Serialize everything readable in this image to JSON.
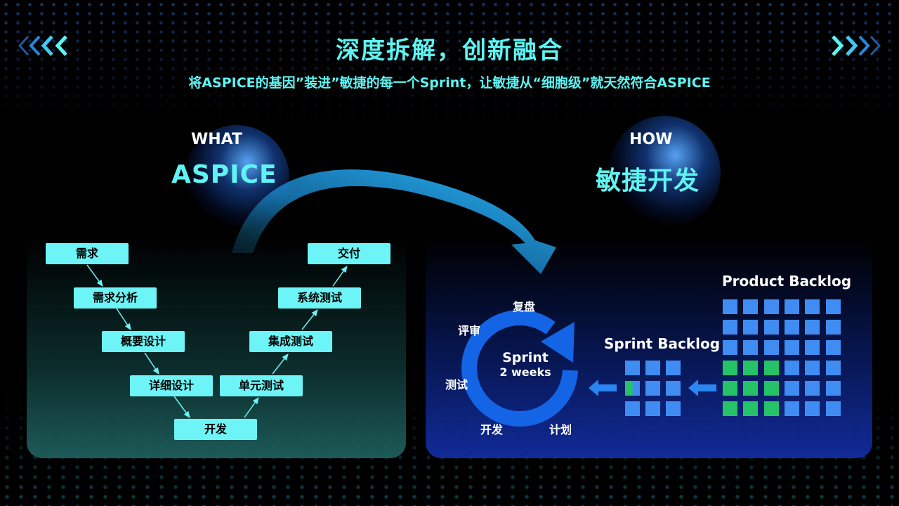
{
  "header": {
    "title": "深度拆解，创新融合",
    "subtitle": "将ASPICE的基因”装进”敏捷的每一个Sprint，让敏捷从“细胞级”就天然符合ASPICE"
  },
  "what": {
    "label": "WHAT",
    "name": "ASPICE"
  },
  "how": {
    "label": "HOW",
    "name": "敏捷开发"
  },
  "vmodel": {
    "left": [
      "需求",
      "需求分析",
      "概要设计",
      "详细设计"
    ],
    "bottom": "开发",
    "right": [
      "单元测试",
      "集成测试",
      "系统测试",
      "交付"
    ]
  },
  "sprint_cycle": {
    "title": "Sprint",
    "duration": "2 weeks",
    "stages": {
      "review_top": "复盘",
      "review": "评审",
      "test": "测试",
      "develop": "开发",
      "plan": "计划"
    }
  },
  "backlogs": {
    "sprint_title": "Sprint Backlog",
    "product_title": "Product Backlog"
  },
  "colors": {
    "accent": "#5ff4f2",
    "vbox": "#6df4f6",
    "item_blue": "#3f8cf2",
    "item_green": "#25c267",
    "cycle_blue": "#1464e6"
  }
}
